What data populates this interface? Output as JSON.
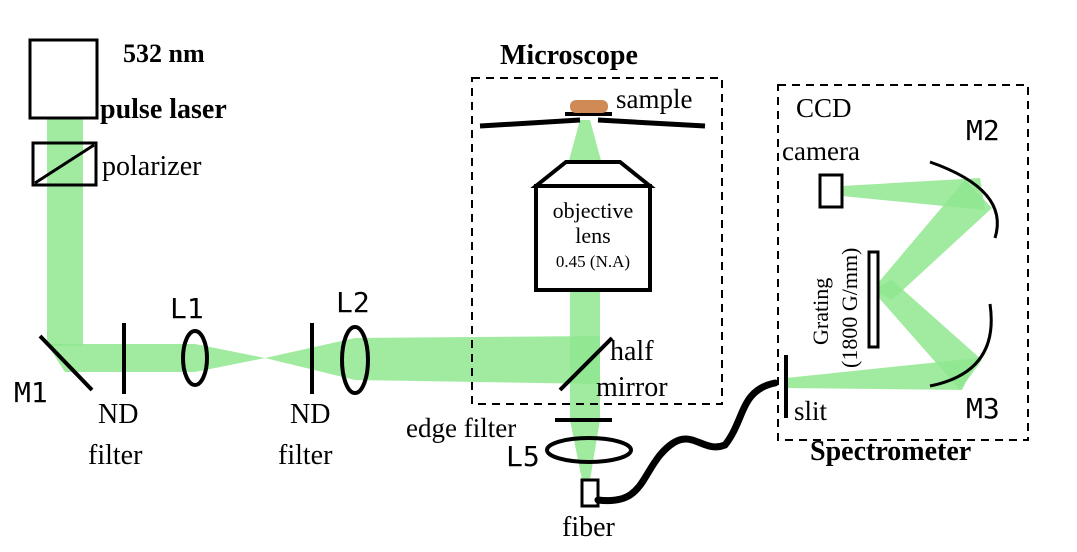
{
  "colors": {
    "beam": "#8fe88f",
    "beam_bright": "#5fd85f",
    "sample": "#d08a55",
    "line": "#000000",
    "background": "#ffffff"
  },
  "labels": {
    "laser_wavelength": "532 nm",
    "laser_type": "pulse laser",
    "polarizer": "polarizer",
    "m1": "M1",
    "nd_filter_1_line1": "ND",
    "nd_filter_1_line2": "filter",
    "l1": "L1",
    "l2": "L2",
    "nd_filter_2_line1": "ND",
    "nd_filter_2_line2": "filter",
    "microscope": "Microscope",
    "sample": "sample",
    "objective_line1": "objective",
    "objective_line2": "lens",
    "objective_na": "0.45 (N.A)",
    "half_mirror_line1": "half",
    "half_mirror_line2": "mirror",
    "edge_filter": "edge filter",
    "l5": "L5",
    "fiber": "fiber",
    "ccd_line1": "CCD",
    "ccd_line2": "camera",
    "m2": "M2",
    "grating_line1": "Grating",
    "grating_line2": "(1800 G/mm)",
    "slit": "slit",
    "m3": "M3",
    "spectrometer": "Spectrometer"
  }
}
